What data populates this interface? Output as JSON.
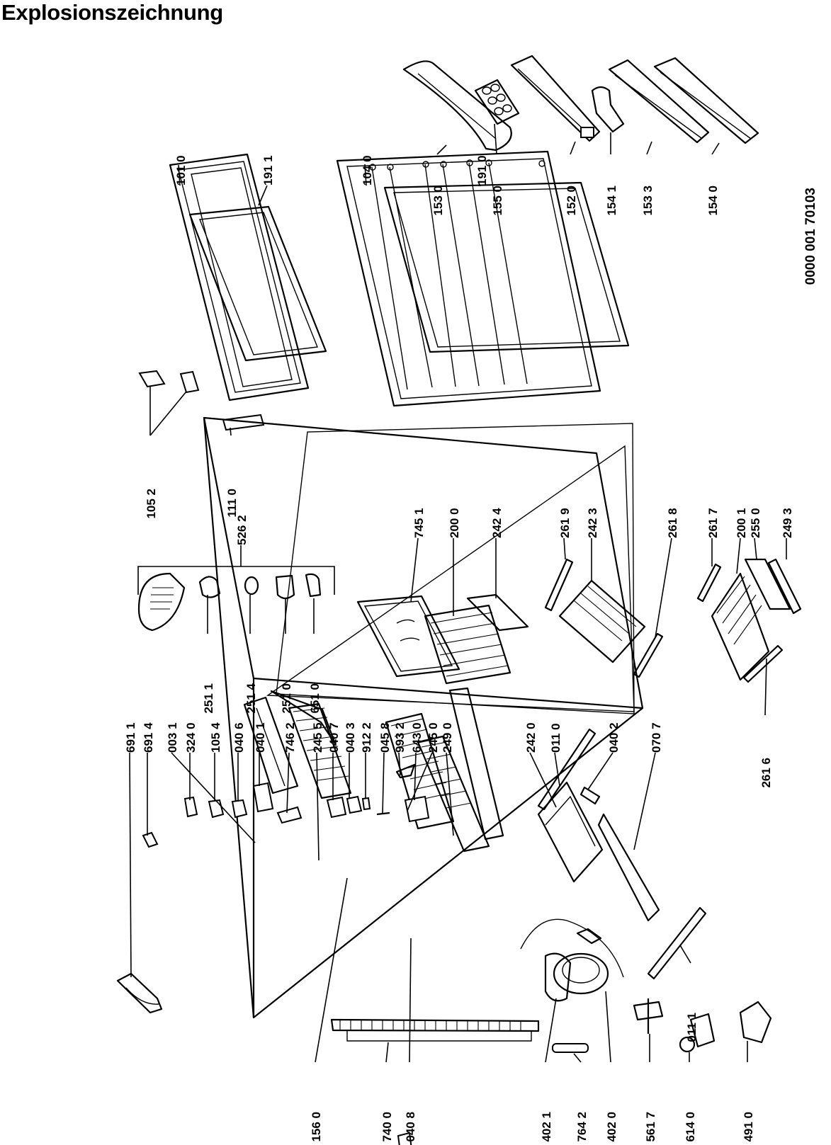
{
  "title": "Explosionszeichnung",
  "drawing_code": "0000  001 70103",
  "labels": [
    {
      "id": "l-1010",
      "text": "101 0"
    },
    {
      "id": "l-1911",
      "text": "191 1"
    },
    {
      "id": "l-1040",
      "text": "104 0"
    },
    {
      "id": "l-1530",
      "text": "153 0"
    },
    {
      "id": "l-1910",
      "text": "191 0"
    },
    {
      "id": "l-1550",
      "text": "155 0"
    },
    {
      "id": "l-1520",
      "text": "152 0"
    },
    {
      "id": "l-1541",
      "text": "154 1"
    },
    {
      "id": "l-1533",
      "text": "153 3"
    },
    {
      "id": "l-1540",
      "text": "154 0"
    },
    {
      "id": "l-1052",
      "text": "105 2"
    },
    {
      "id": "l-1110",
      "text": "111 0"
    },
    {
      "id": "l-5262",
      "text": "526 2"
    },
    {
      "id": "l-7451",
      "text": "745 1"
    },
    {
      "id": "l-2000",
      "text": "200 0"
    },
    {
      "id": "l-2424",
      "text": "242 4"
    },
    {
      "id": "l-2619",
      "text": "261 9"
    },
    {
      "id": "l-2423",
      "text": "242 3"
    },
    {
      "id": "l-2618",
      "text": "261 8"
    },
    {
      "id": "l-2617",
      "text": "261 7"
    },
    {
      "id": "l-2001",
      "text": "200 1"
    },
    {
      "id": "l-2550",
      "text": "255 0"
    },
    {
      "id": "l-2493",
      "text": "249 3"
    },
    {
      "id": "l-2511",
      "text": "251 1"
    },
    {
      "id": "l-2514",
      "text": "251 4"
    },
    {
      "id": "l-2510",
      "text": "251 0"
    },
    {
      "id": "l-6510",
      "text": "651 0"
    },
    {
      "id": "l-2616",
      "text": "261 6"
    },
    {
      "id": "l-6911",
      "text": "691 1"
    },
    {
      "id": "l-6914",
      "text": "691 4"
    },
    {
      "id": "l-0031",
      "text": "003 1"
    },
    {
      "id": "l-3240",
      "text": "324 0"
    },
    {
      "id": "l-1054",
      "text": "105 4"
    },
    {
      "id": "l-0406",
      "text": "040 6"
    },
    {
      "id": "l-0401",
      "text": "040 1"
    },
    {
      "id": "l-7462",
      "text": "746 2"
    },
    {
      "id": "l-2455",
      "text": "245 5"
    },
    {
      "id": "l-0407",
      "text": "040 7"
    },
    {
      "id": "l-0403",
      "text": "040 3"
    },
    {
      "id": "l-9122",
      "text": "912 2"
    },
    {
      "id": "l-0458",
      "text": "045 8"
    },
    {
      "id": "l-9932",
      "text": "993 2"
    },
    {
      "id": "l-6430",
      "text": "643 0"
    },
    {
      "id": "l-2450",
      "text": "245 0"
    },
    {
      "id": "l-2490",
      "text": "249 0"
    },
    {
      "id": "l-2420",
      "text": "242 0"
    },
    {
      "id": "l-0110",
      "text": "011 0"
    },
    {
      "id": "l-0402",
      "text": "040 2"
    },
    {
      "id": "l-0707",
      "text": "070 7"
    },
    {
      "id": "l-0111",
      "text": "011 1"
    },
    {
      "id": "l-1560",
      "text": "156 0"
    },
    {
      "id": "l-7400",
      "text": "740 0"
    },
    {
      "id": "l-0408",
      "text": "040 8"
    },
    {
      "id": "l-4021",
      "text": "402 1"
    },
    {
      "id": "l-7642",
      "text": "764 2"
    },
    {
      "id": "l-4020",
      "text": "402 0"
    },
    {
      "id": "l-5617",
      "text": "561 7"
    },
    {
      "id": "l-6140",
      "text": "614 0"
    },
    {
      "id": "l-4910",
      "text": "491 0"
    }
  ]
}
